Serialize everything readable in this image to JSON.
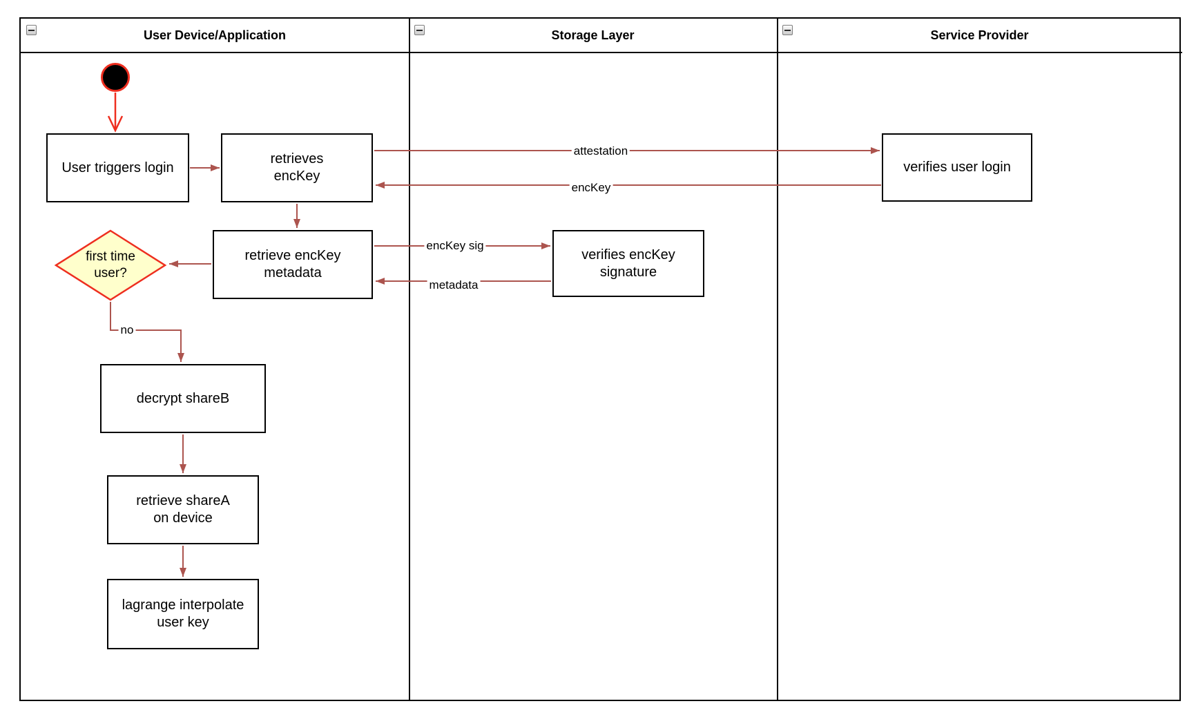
{
  "lanes": [
    {
      "title": "User Device/Application"
    },
    {
      "title": "Storage Layer"
    },
    {
      "title": "Service Provider"
    }
  ],
  "icons": {
    "collapse": "minus"
  },
  "nodes": {
    "start": {
      "type": "initial-node"
    },
    "login": {
      "label": "User triggers login"
    },
    "retrieves_enckey": {
      "label": "retrieves\nencKey"
    },
    "retrieve_metadata": {
      "label": "retrieve encKey\nmetadata"
    },
    "first_time_user": {
      "label": "first time\nuser?"
    },
    "decrypt_shareb": {
      "label": "decrypt shareB"
    },
    "retrieve_sharea": {
      "label": "retrieve shareA\non device"
    },
    "lagrange": {
      "label": "lagrange interpolate\nuser key"
    },
    "verifies_signature": {
      "label": "verifies encKey\nsignature"
    },
    "verifies_login": {
      "label": "verifies user login"
    }
  },
  "edge_labels": {
    "attestation": "attestation",
    "enckey": "encKey",
    "enckey_sig": "encKey sig",
    "metadata": "metadata",
    "no": "no"
  },
  "colors": {
    "bright_red": "#ee2e1f",
    "muted_red": "#ac544e",
    "decision_fill": "#ffffcc",
    "line_black": "#000000"
  }
}
